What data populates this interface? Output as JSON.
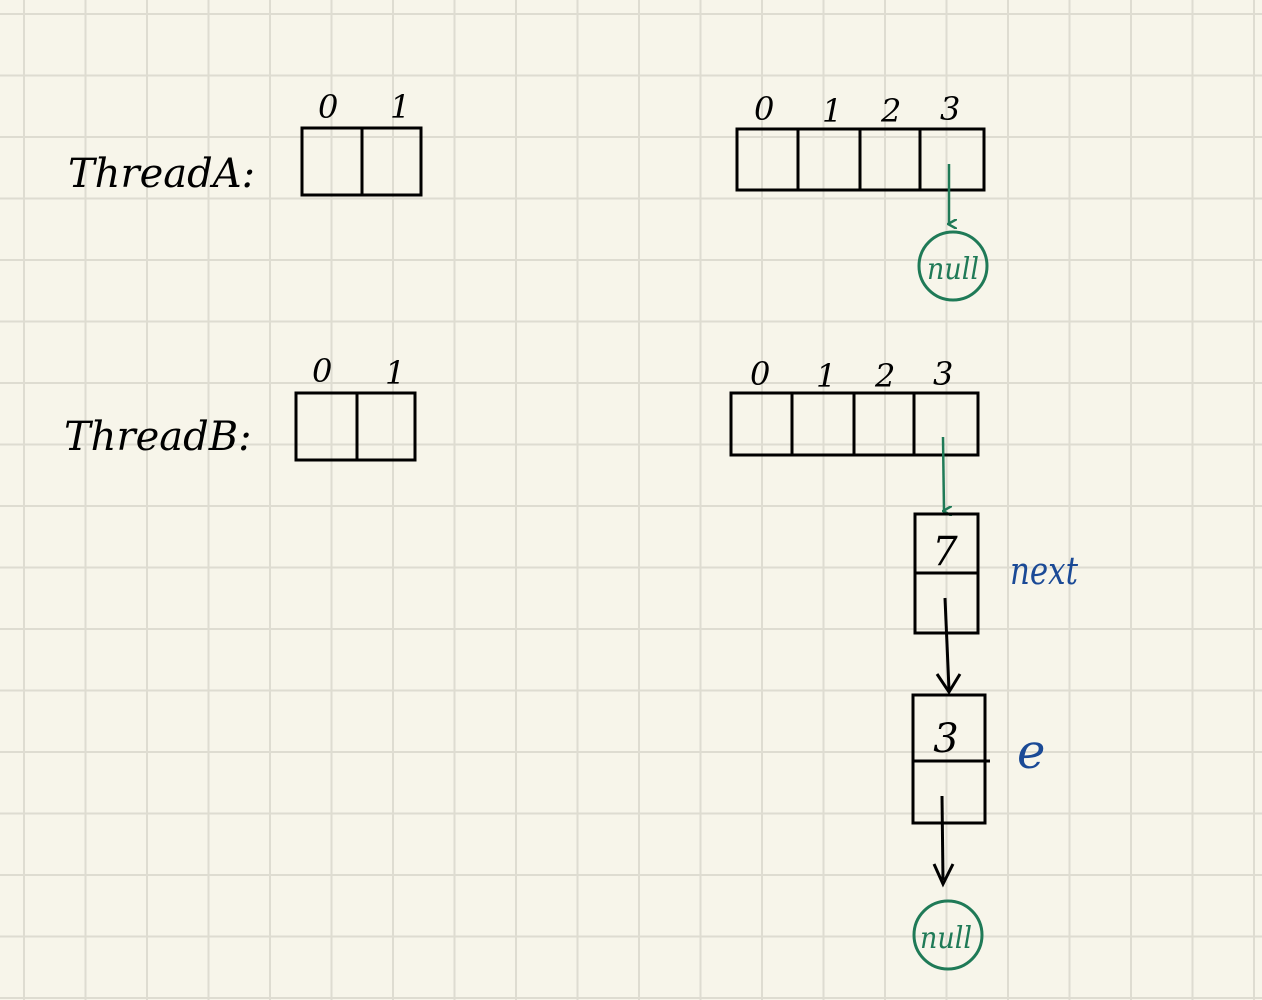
{
  "thread_a": {
    "label": "ThreadA:",
    "old_table_indices": [
      "0",
      "1"
    ],
    "new_table_indices": [
      "0",
      "1",
      "2",
      "3"
    ],
    "null_label": "null"
  },
  "thread_b": {
    "label": "ThreadB:",
    "old_table_indices": [
      "0",
      "1"
    ],
    "new_table_indices": [
      "0",
      "1",
      "2",
      "3"
    ],
    "node_top_value": "7",
    "node_bottom_value": "3",
    "next_label": "next",
    "e_label": "e",
    "null_label": "null"
  },
  "colors": {
    "background": "#f7f5ea",
    "grid": "#dedcd1",
    "ink": "#000000",
    "green": "#1f7a57",
    "blue": "#1b4a96"
  }
}
